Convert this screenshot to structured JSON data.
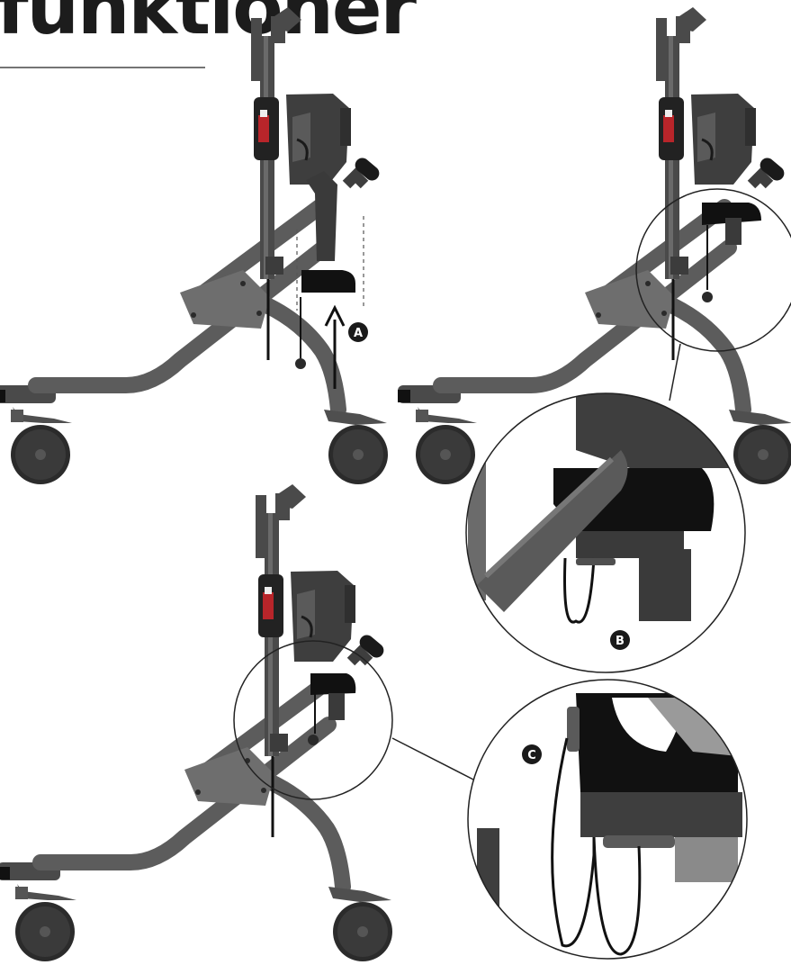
{
  "title": "/funktioner",
  "callouts": {
    "a": "A",
    "b": "B",
    "c": "C"
  },
  "colors": {
    "frame_dark": "#3f3f3f",
    "frame_light": "#5c5c5c",
    "frame_lighter": "#6e6e6e",
    "black": "#111111",
    "wheel": "#2a2a2a",
    "accent_red": "#d9262c",
    "line": "#222222"
  }
}
